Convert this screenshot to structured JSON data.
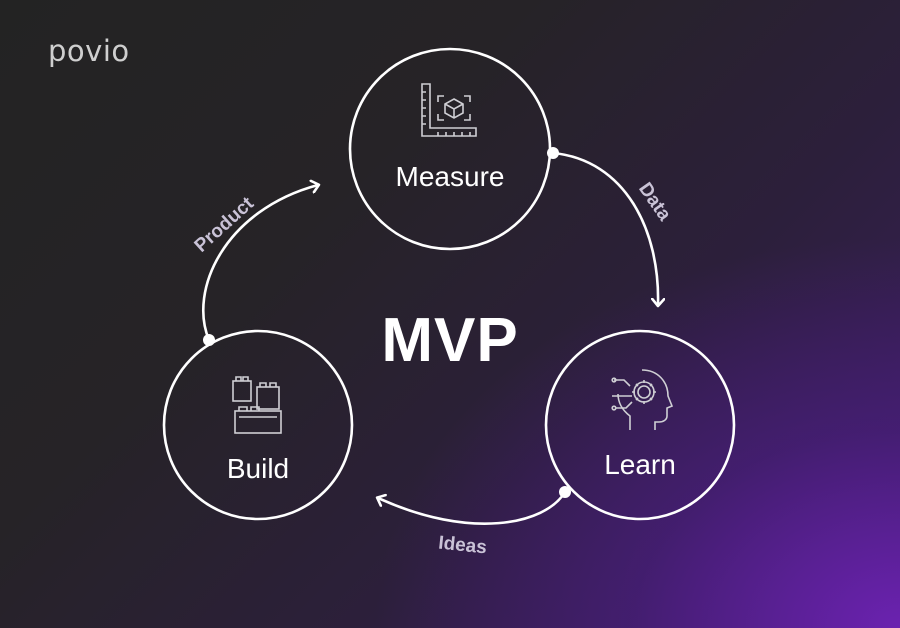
{
  "brand": {
    "logo_text": "povio"
  },
  "diagram": {
    "title": "MVP",
    "nodes": [
      {
        "id": "measure",
        "label": "Measure",
        "icon": "ruler-cube-icon"
      },
      {
        "id": "learn",
        "label": "Learn",
        "icon": "head-gear-icon"
      },
      {
        "id": "build",
        "label": "Build",
        "icon": "blocks-icon"
      }
    ],
    "edges": [
      {
        "from": "build",
        "to": "measure",
        "label": "Product"
      },
      {
        "from": "measure",
        "to": "learn",
        "label": "Data"
      },
      {
        "from": "learn",
        "to": "build",
        "label": "Ideas"
      }
    ]
  },
  "colors": {
    "line": "#ffffff",
    "accent": "#6b22b0"
  }
}
